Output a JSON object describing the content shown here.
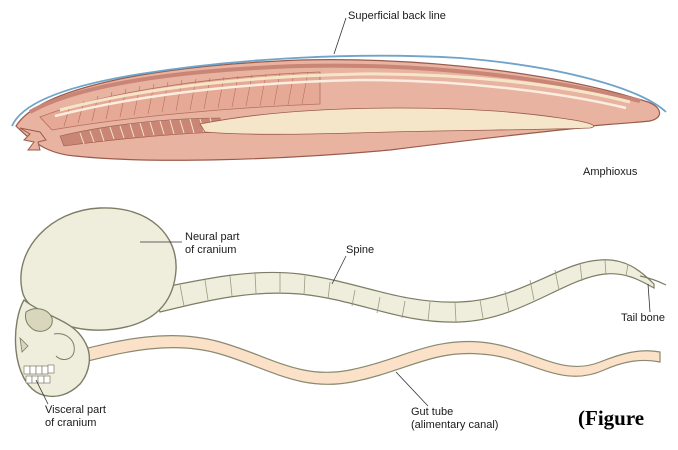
{
  "labels": {
    "superficial_back_line": "Superficial back line",
    "amphioxus": "Amphioxus",
    "neural_part_line1": "Neural part",
    "neural_part_line2": "of cranium",
    "spine": "Spine",
    "tail_bone": "Tail bone",
    "visceral_part_line1": "Visceral part",
    "visceral_part_line2": "of cranium",
    "gut_tube_line1": "Gut tube",
    "gut_tube_line2": "(alimentary canal)"
  },
  "caption": "(Figure",
  "colors": {
    "back_line": "#6fa3c9",
    "amphioxus_body": "#e8b3a1",
    "amphioxus_dark": "#c98575",
    "amphioxus_light": "#f6e6c9",
    "bone": "#efeedd",
    "bone_outline": "#8a8a72",
    "gut": "#fbe1c7"
  }
}
